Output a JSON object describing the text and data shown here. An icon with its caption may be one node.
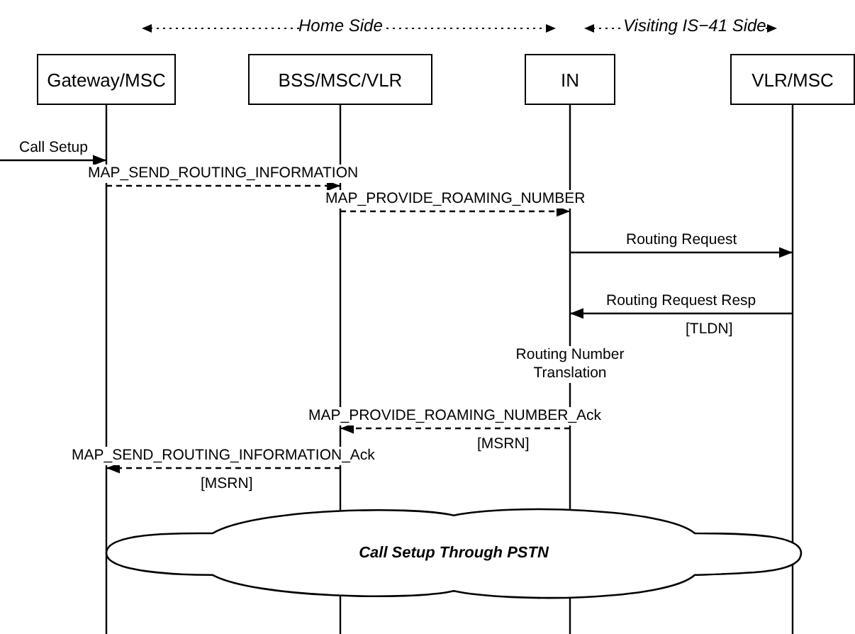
{
  "diagram": {
    "nodes": [
      {
        "text": [
          "Gateway/MSC"
        ]
      },
      {
        "text": [
          "BSS/MSC/VLR"
        ]
      },
      {
        "text": [
          "IN"
        ]
      },
      {
        "text": [
          "VLR/MSC"
        ]
      },
      {
        "text": [
          "Call Setup Through PSTN"
        ]
      }
    ],
    "edges": [
      {
        "from": null,
        "to": 0,
        "arrow": "to",
        "label": "Call Setup"
      },
      {
        "from": 0,
        "to": 1,
        "arrow": "to",
        "style": "dashed",
        "label": "MAP_SEND_ROUTING_INFORMATION"
      },
      {
        "from": 1,
        "to": 2,
        "arrow": "to",
        "style": "dashed",
        "label": "MAP_PROVIDE_ROAMING_NUMBER"
      },
      {
        "from": 2,
        "to": 3,
        "arrow": "to",
        "label": "Routing Request"
      },
      {
        "from": 3,
        "to": 2,
        "arrow": "to",
        "label": "Routing Request Resp"
      },
      {
        "from": 2,
        "to": 1,
        "arrow": "to",
        "style": "dashed",
        "label": "MAP_PROVIDE_ROAMING_NUMBER_Ack"
      },
      {
        "from": 1,
        "to": 0,
        "arrow": "to",
        "style": "dashed",
        "label": "MAP_SEND_ROUTING_INFORMATION_Ack"
      }
    ],
    "labels": [
      "Home Side",
      "Visiting IS−41 Side",
      "[TLDN]",
      "Routing Number Translation",
      "[MSRN]",
      "[MSRN]"
    ]
  }
}
